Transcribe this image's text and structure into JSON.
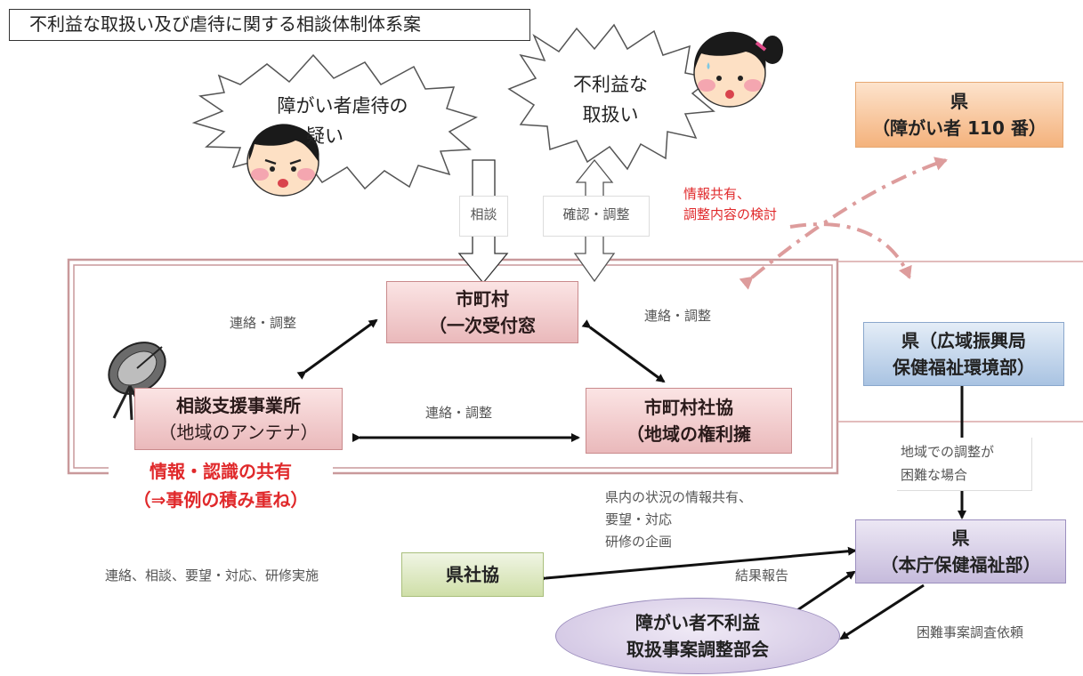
{
  "title": "不利益な取扱い及び虐待に関する相談体制体系案",
  "bubbles": {
    "abuse": [
      "障がい者虐待の",
      "疑い"
    ],
    "disadvantage": [
      "不利益な",
      "取扱い"
    ]
  },
  "arrow_labels": {
    "consult": "相談",
    "confirm": "確認・調整"
  },
  "info_share_label": [
    "情報共有、",
    "調整内容の検討"
  ],
  "nodes": {
    "municipality": [
      "市町村",
      "（一次受付窓"
    ],
    "support_office": [
      "相談支援事業所",
      "（地域のアンテナ）"
    ],
    "municipal_welfare": [
      "市町村社協",
      "（地域の権利擁"
    ],
    "pref_110": [
      "県",
      "（障がい者 110 番）"
    ],
    "pref_regional": [
      "県（広域振興局",
      "保健福祉環境部）"
    ],
    "pref_hq": [
      "県",
      "（本庁保健福祉部）"
    ],
    "pref_welfare": "県社協",
    "committee": [
      "障がい者不利益",
      "取扱事案調整部会"
    ]
  },
  "link_labels": {
    "left_coord": "連絡・調整",
    "right_coord": "連絡・調整",
    "bottom_coord": "連絡・調整",
    "regional_difficult": [
      "地域での調整が",
      "困難な場合"
    ],
    "pref_sharing": [
      "県内の状況の情報共有、",
      "要望・対応",
      "研修の企画"
    ],
    "welfare_tasks": "連絡、相談、要望・対応、研修実施",
    "result_report": "結果報告",
    "difficult_request": "困難事案調査依頼"
  },
  "sharing_note": [
    "情報・認識の共有",
    "（⇒事例の積み重ね）"
  ],
  "icons": [
    "antenna-icon",
    "worried-face-boy-icon",
    "worried-face-girl-icon"
  ],
  "colors": {
    "red_text": "#e0292b",
    "frame": "#c9999b",
    "pink_dash": "#dd9c9c"
  }
}
